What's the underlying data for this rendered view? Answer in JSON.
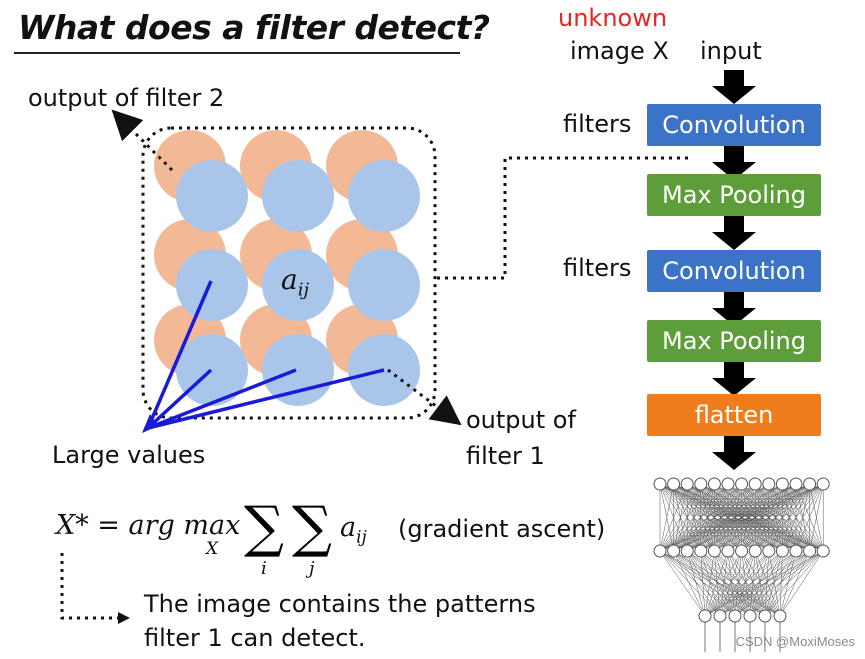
{
  "title": "What does a filter detect?",
  "labels": {
    "output_filter2": "output of filter 2",
    "output_filter1_line1": "output of",
    "output_filter1_line2": "filter 1",
    "large_values": "Large values",
    "aij": "a",
    "aij_sub": "ij",
    "conclusion_line1": "The image contains the patterns",
    "conclusion_line2": "filter 1 can detect."
  },
  "formula": {
    "lhs": "X* = arg max",
    "max_sub": "X",
    "sum_i": "i",
    "sum_j": "j",
    "term": "a",
    "term_sub": "ij",
    "note": "(gradient ascent)"
  },
  "pipeline": {
    "unknown": "unknown",
    "image_x": "image X",
    "input": "input",
    "filters_1": "filters",
    "filters_2": "filters",
    "blocks": [
      {
        "label": "Convolution",
        "color": "#3b73c9"
      },
      {
        "label": "Max Pooling",
        "color": "#5e9e3a"
      },
      {
        "label": "Convolution",
        "color": "#3b73c9"
      },
      {
        "label": "Max Pooling",
        "color": "#5e9e3a"
      },
      {
        "label": "flatten",
        "color": "#f07d1c"
      }
    ]
  },
  "colors": {
    "unknown": "#e8261f",
    "blue_circle": "#a9c6ea",
    "orange_circle": "#f3b997",
    "blue_line": "#1a1ad8"
  },
  "watermark": "CSDN @MoxiMoses"
}
